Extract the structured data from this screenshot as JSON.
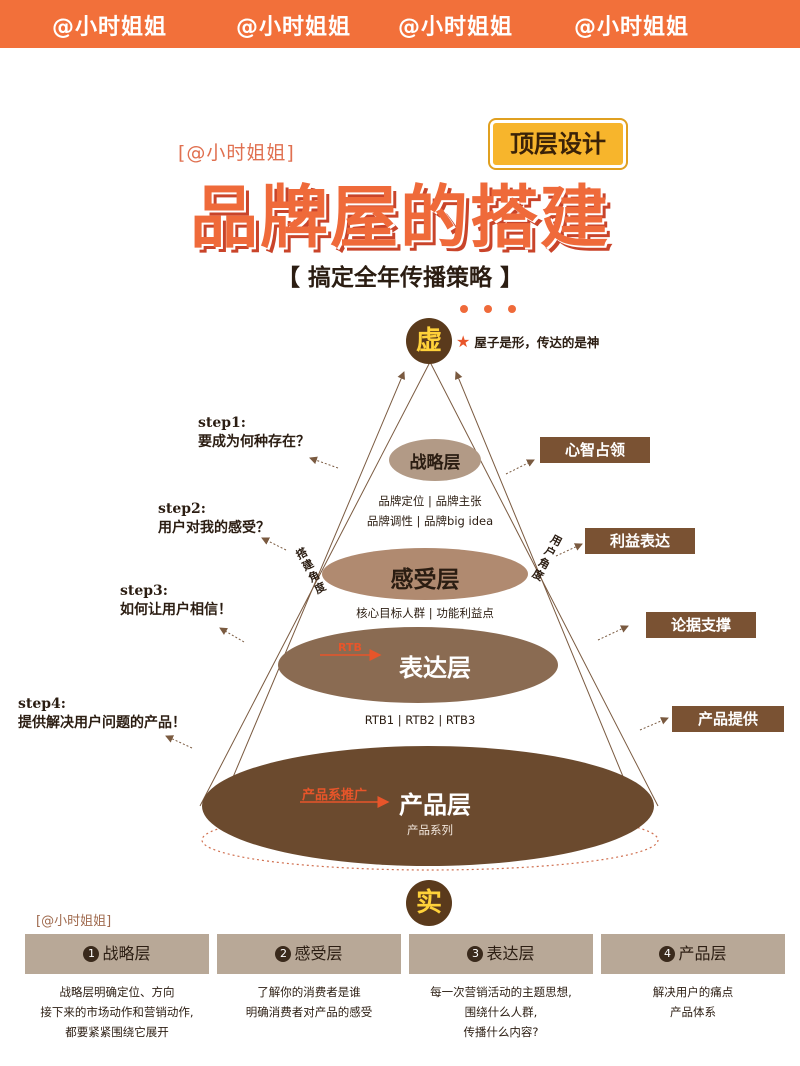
{
  "header": {
    "watermark": "@小时姐姐"
  },
  "title": {
    "tag": "[@小时姐姐]",
    "badge": "顶层设计",
    "main": "品牌屋的搭建",
    "subtitle": "【 搞定全年传播策略 】"
  },
  "top_badge": "虚",
  "bottom_badge": "实",
  "slogan": "屋子是形，传达的是神",
  "left_axis_label": "搭建角度",
  "right_axis_label": "用户角度",
  "steps": [
    {
      "step": "step1:",
      "text": "要成为何种存在？"
    },
    {
      "step": "step2:",
      "text": "用户对我的感受？"
    },
    {
      "step": "step3:",
      "text": "如何让用户相信！"
    },
    {
      "step": "step4:",
      "text": "提供解决用户问题的产品！"
    }
  ],
  "right_labels": [
    "心智占领",
    "利益表达",
    "论据支撑",
    "产品提供"
  ],
  "layers": [
    {
      "name": "战略层",
      "desc1": "品牌定位 | 品牌主张",
      "desc2": "品牌调性 | 品牌big idea"
    },
    {
      "name": "感受层",
      "desc1": "核心目标人群 | 功能利益点"
    },
    {
      "name": "表达层",
      "arrow_label": "RTB",
      "desc1": "RTB1 | RTB2 | RTB3"
    },
    {
      "name": "产品层",
      "arrow_label": "产品系推广",
      "desc1": "产品系列"
    }
  ],
  "bottom_tag": "[@小时姐姐]",
  "columns": [
    {
      "num": "1",
      "title": "战略层",
      "lines": [
        "战略层明确定位、方向",
        "接下来的市场动作和营销动作,",
        "都要紧紧围绕它展开"
      ]
    },
    {
      "num": "2",
      "title": "感受层",
      "lines": [
        "了解你的消费者是谁",
        "明确消费者对产品的感受"
      ]
    },
    {
      "num": "3",
      "title": "表达层",
      "lines": [
        "每一次营销活动的主题思想,",
        "围绕什么人群,",
        "传播什么内容?"
      ]
    },
    {
      "num": "4",
      "title": "产品层",
      "lines": [
        "解决用户的痛点",
        "产品体系"
      ]
    }
  ],
  "colors": {
    "orange": "#f2703a",
    "brown_dark": "#6b4a2e",
    "brown_mid": "#8a6b52",
    "brown_light": "#b08a70",
    "gold": "#f7b52c"
  }
}
